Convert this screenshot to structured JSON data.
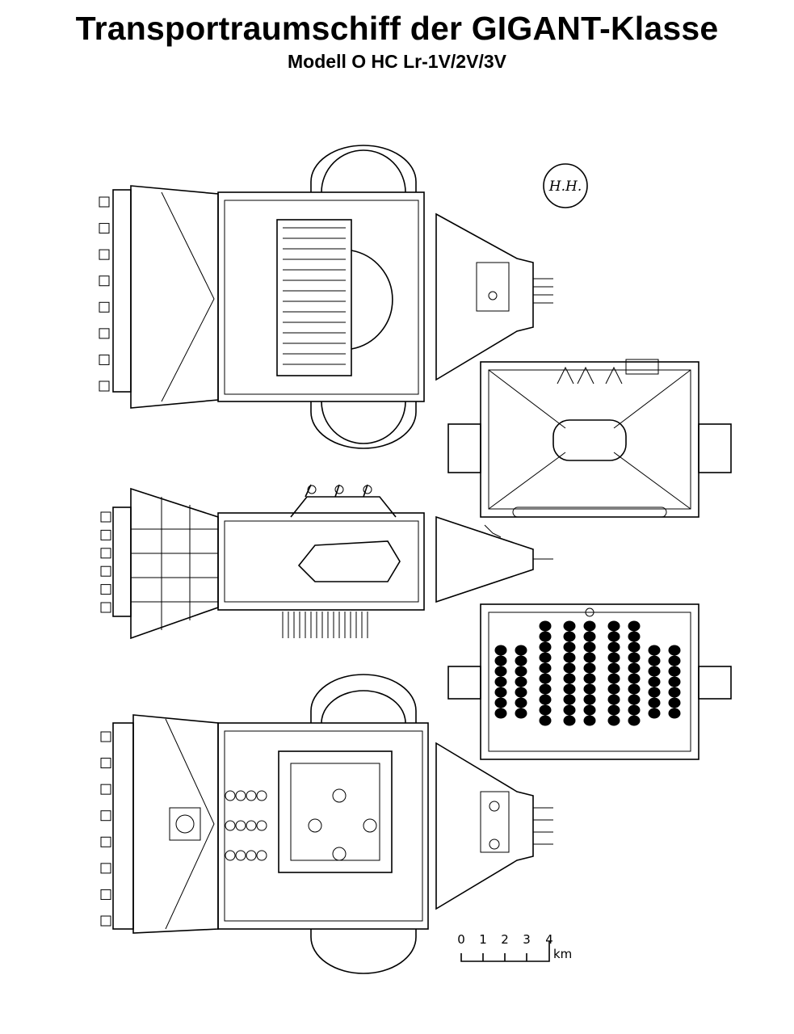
{
  "header": {
    "title": "Transportraumschiff der GIGANT-Klasse",
    "subtitle": "Modell O HC Lr-1V/2V/3V"
  },
  "monogram": "H.H.",
  "scale_bar": {
    "ticks": [
      "0",
      "1",
      "2",
      "3",
      "4"
    ],
    "unit": "km"
  }
}
